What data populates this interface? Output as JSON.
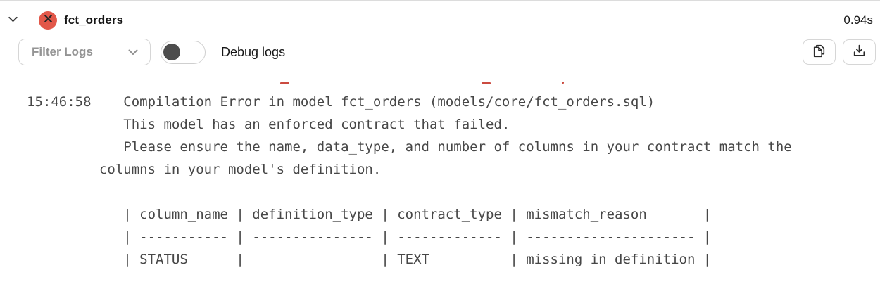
{
  "panel": {
    "title": "fct_orders",
    "duration": "0.94s",
    "status": "error"
  },
  "toolbar": {
    "filter_dropdown": {
      "label": "Filter Logs",
      "expanded": false
    },
    "debug_toggle": {
      "label": "Debug logs",
      "enabled": false
    }
  },
  "icons": {
    "collapse": "chevron-down-icon",
    "status": "error-x-icon",
    "filter": "chevron-down-icon",
    "copy": "copy-icon",
    "download": "download-icon"
  },
  "colors": {
    "error_badge": "#e25749",
    "clipped_text_red": "#cb4b40",
    "log_text": "#474747",
    "title_text": "#161616",
    "muted_text": "#949494",
    "border_gray": "#d6d6d6"
  },
  "log": {
    "timestamp": "15:46:58",
    "error": {
      "summary": "Compilation Error in model fct_orders (models/core/fct_orders.sql)",
      "details": [
        "This model has an enforced contract that failed.",
        "Please ensure the name, data_type, and number of columns in your contract match the columns in your model's definition."
      ],
      "mismatch_table": {
        "columns": [
          "column_name",
          "definition_type",
          "contract_type",
          "mismatch_reason"
        ],
        "rows": [
          {
            "column_name": "STATUS",
            "definition_type": "",
            "contract_type": "TEXT",
            "mismatch_reason": "missing in definition"
          }
        ]
      }
    },
    "pre_lines": [
      "15:46:58    Compilation Error in model fct_orders (models/core/fct_orders.sql)",
      "            This model has an enforced contract that failed.",
      "            Please ensure the name, data_type, and number of columns in your contract match the",
      "         columns in your model's definition.",
      "",
      "            | column_name | definition_type | contract_type | mismatch_reason       |",
      "            | ----------- | --------------- | ------------- | --------------------- |",
      "            | STATUS      |                 | TEXT          | missing in definition |"
    ]
  }
}
